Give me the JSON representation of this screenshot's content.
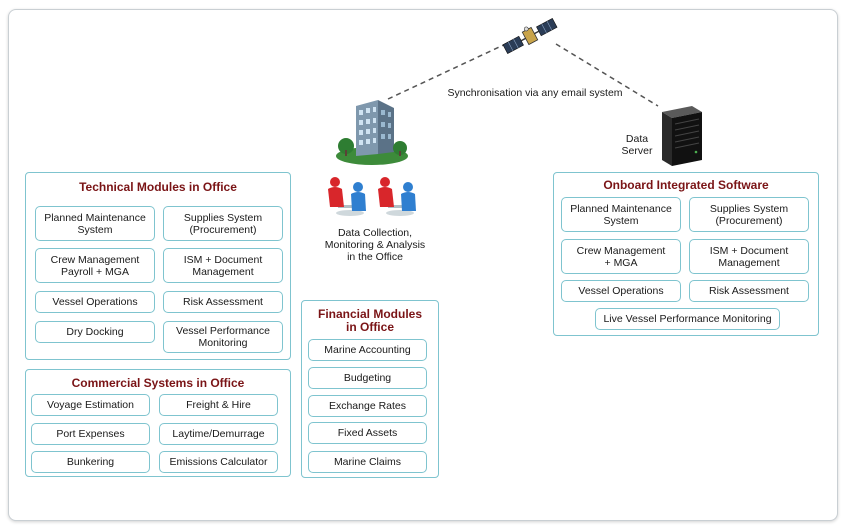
{
  "sync_label": "Synchronisation via any email system",
  "data_server_label": "Data\nServer",
  "office_label": "Data Collection,\nMonitoring & Analysis\nin the Office",
  "technical": {
    "title": "Technical Modules in Office",
    "modules": [
      "Planned Maintenance\nSystem",
      "Supplies System\n(Procurement)",
      "Crew Management\nPayroll + MGA",
      "ISM + Document\nManagement",
      "Vessel Operations",
      "Risk Assessment",
      "Dry Docking",
      "Vessel Performance\nMonitoring"
    ]
  },
  "commercial": {
    "title": "Commercial Systems in Office",
    "modules": [
      "Voyage Estimation",
      "Freight & Hire",
      "Port Expenses",
      "Laytime/Demurrage",
      "Bunkering",
      "Emissions Calculator"
    ]
  },
  "financial": {
    "title": "Financial Modules\nin Office",
    "modules": [
      "Marine Accounting",
      "Budgeting",
      "Exchange Rates",
      "Fixed Assets",
      "Marine Claims"
    ]
  },
  "onboard": {
    "title": "Onboard Integrated Software",
    "modules": [
      "Planned Maintenance\nSystem",
      "Supplies System\n(Procurement)",
      "Crew Management\n+ MGA",
      "ISM + Document\nManagement",
      "Vessel Operations",
      "Risk Assessment",
      "Live Vessel Performance Monitoring"
    ]
  },
  "colors": {
    "border": "#7fc4cf",
    "title": "#7a1416",
    "person_red": "#d8262b",
    "person_blue": "#2f7fd0"
  },
  "icons": [
    "satellite-icon",
    "office-building-icon",
    "meeting-people-icon",
    "data-server-icon"
  ]
}
